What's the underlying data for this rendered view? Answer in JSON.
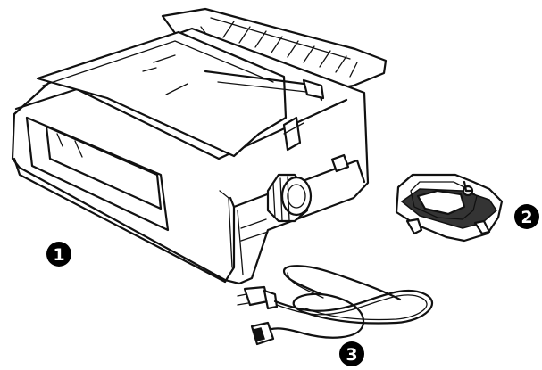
{
  "callouts": [
    {
      "id": "printer",
      "label": "1"
    },
    {
      "id": "ribbon-cartridge",
      "label": "2"
    },
    {
      "id": "power-cord",
      "label": "3"
    }
  ],
  "colors": {
    "line": "#111111",
    "badge": "#000000",
    "background": "#ffffff"
  }
}
